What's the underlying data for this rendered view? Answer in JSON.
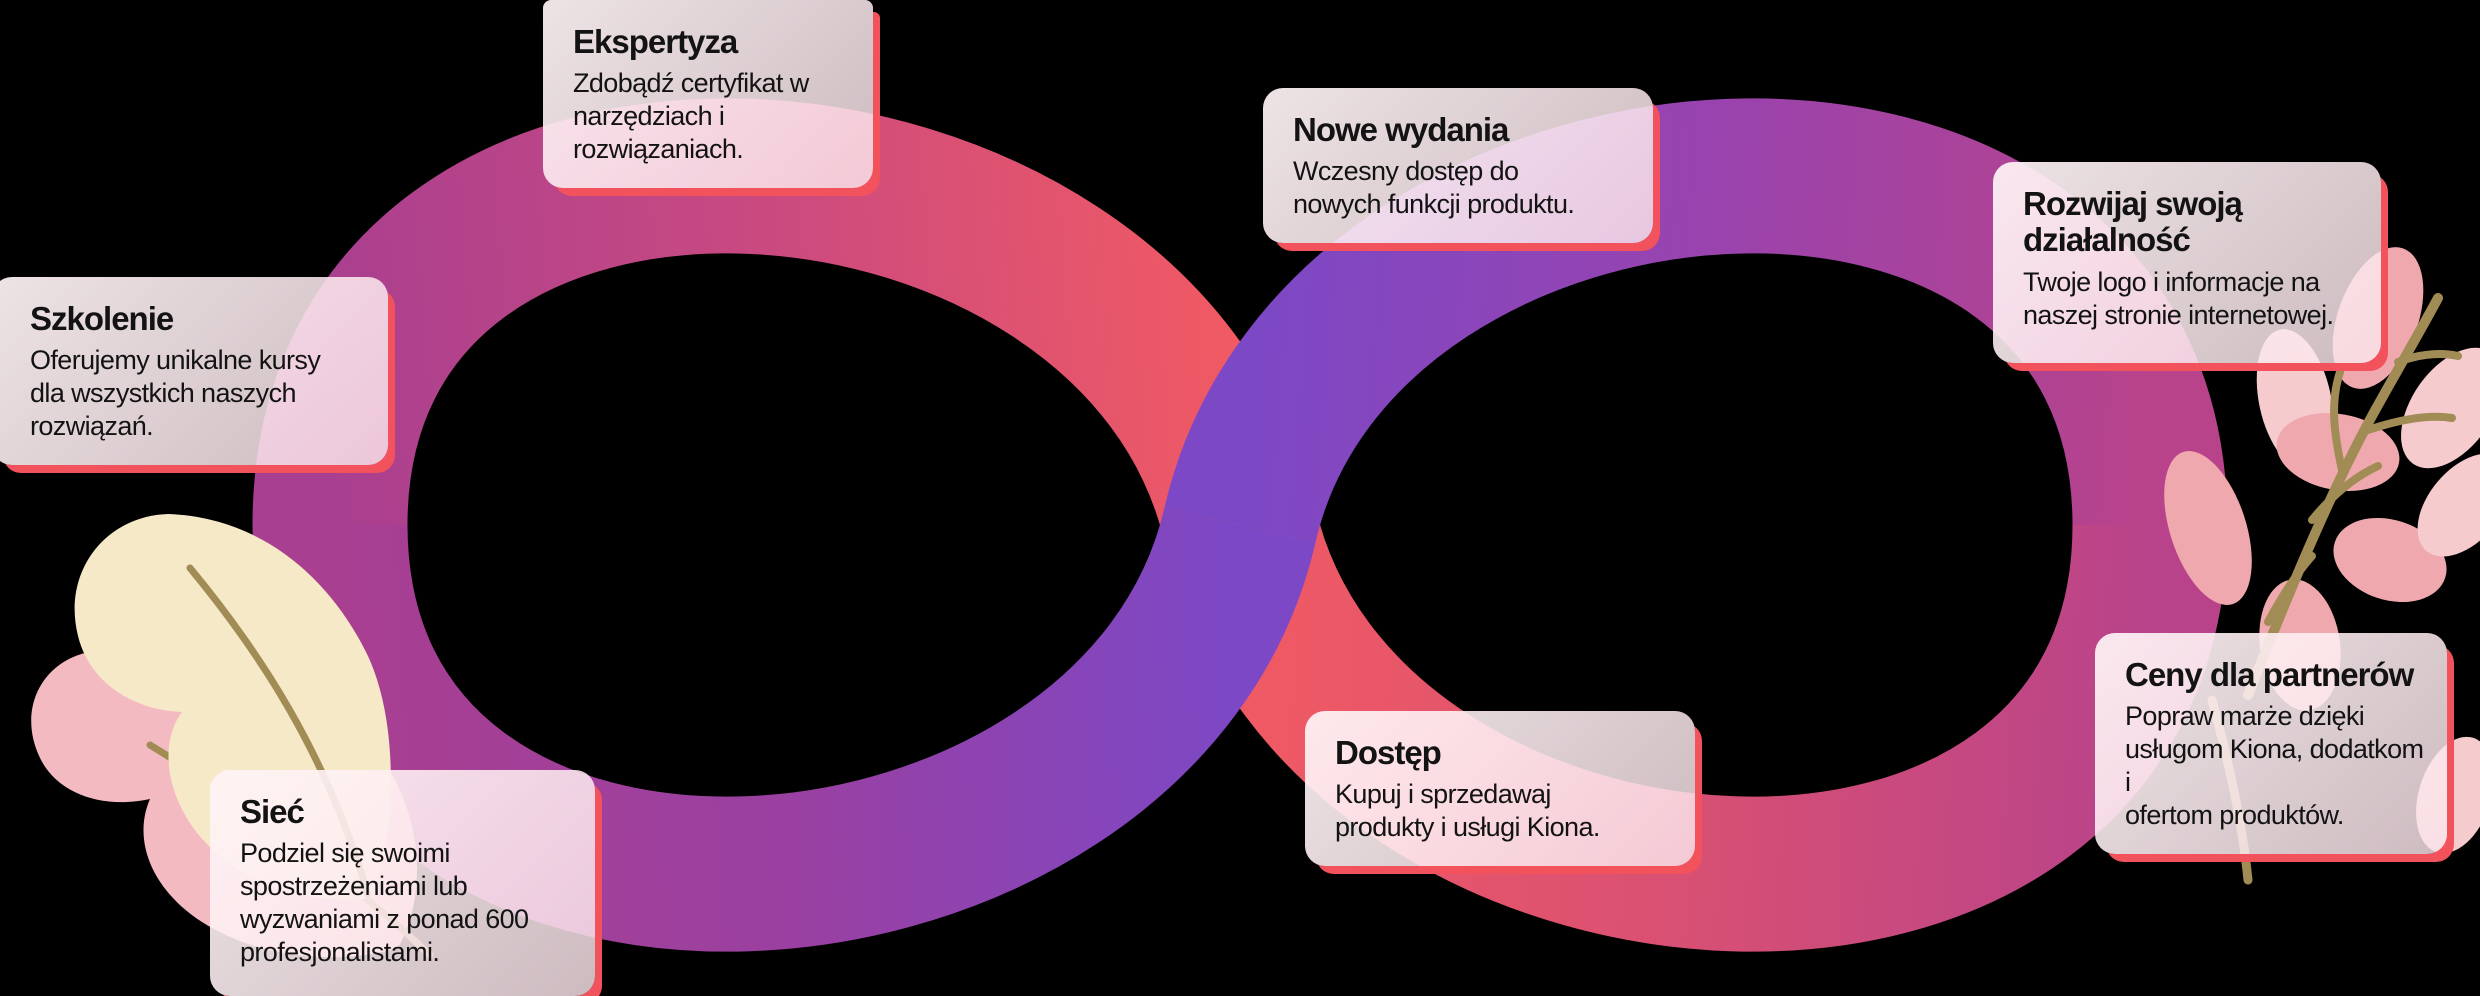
{
  "palette": {
    "coral": "#F15A63",
    "pinkMagenta": "#CA4A80",
    "magenta": "#A93F90",
    "purpleDeep": "#9A40A2",
    "violet": "#7C48C6",
    "purpleRight": "#9943AE",
    "magentaRight": "#B8438A",
    "roseRed": "#D85073",
    "cardShadow": "#F2525C",
    "ink": "#131313",
    "cream": "#F6E9C8",
    "blushPink": "#F3BAC1",
    "stemOlive": "#A18C55",
    "leafRose": "#EFA9AE",
    "leafLight": "#F5CBCE"
  },
  "cards": {
    "ekspertyza": {
      "title": "Ekspertyza",
      "body": "Zdobądź certyfikat w\nnarzędziach i\nrozwiązaniach."
    },
    "szkolenie": {
      "title": "Szkolenie",
      "body": "Oferujemy unikalne kursy\ndla wszystkich naszych\nrozwiązań."
    },
    "nowe_wydania": {
      "title": "Nowe wydania",
      "body": "Wczesny dostęp do\nnowych funkcji produktu."
    },
    "rozwijaj": {
      "title": "Rozwijaj swoją\ndziałalność",
      "body": "Twoje logo i informacje na\nnaszej stronie internetowej."
    },
    "siec": {
      "title": "Sieć",
      "body": "Podziel się swoimi\nspostrzeżeniami lub\nwyzwaniami z ponad 600\nprofesjonalistami."
    },
    "dostep": {
      "title": "Dostęp",
      "body": "Kupuj i sprzedawaj\nprodukty i usługi Kiona."
    },
    "ceny": {
      "title": "Ceny dla partnerów",
      "body": "Popraw marże dzięki\nusługom Kiona, dodatkom i\nofertom produktów."
    }
  }
}
